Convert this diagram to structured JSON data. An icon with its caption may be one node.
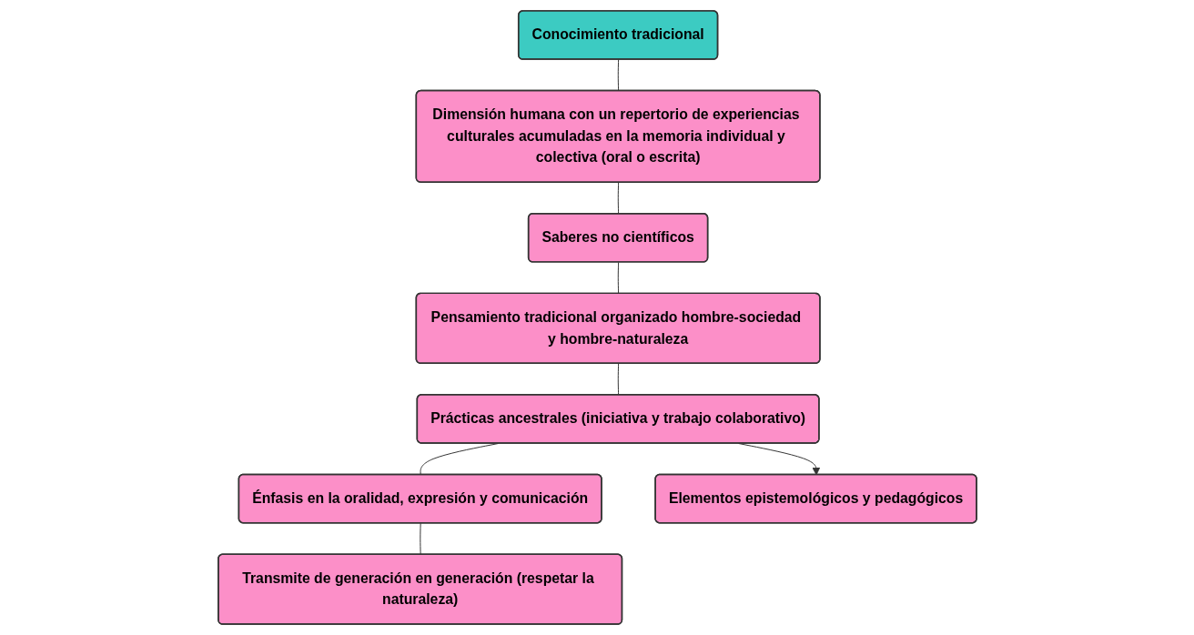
{
  "diagram": {
    "nodes": [
      {
        "text": [
          "Conocimiento tradicional"
        ]
      },
      {
        "text": [
          "Dimensión humana con un repertorio de experiencias culturales acumuladas en la memoria individual y colectiva (oral o escrita)"
        ]
      },
      {
        "text": [
          "Saberes no científicos"
        ]
      },
      {
        "text": [
          "Pensamiento tradicional organizado hombre-sociedad y hombre-naturaleza"
        ]
      },
      {
        "text": [
          "Prácticas ancestrales (iniciativa y trabajo colaborativo)"
        ]
      },
      {
        "text": [
          "Énfasis en la oralidad, expresión y comunicación"
        ]
      },
      {
        "text": [
          "Transmite de generación en generación (respetar la naturaleza)"
        ]
      },
      {
        "text": [
          "Elementos epistemológicos y pedagógicos"
        ]
      }
    ],
    "edges": [
      {
        "from": 0,
        "to": 1,
        "arrow": "none"
      },
      {
        "from": 1,
        "to": 2,
        "arrow": "none"
      },
      {
        "from": 2,
        "to": 3,
        "arrow": "none"
      },
      {
        "from": 3,
        "to": 4,
        "arrow": "none"
      },
      {
        "from": 4,
        "to": 5,
        "arrow": "none"
      },
      {
        "from": 5,
        "to": 6,
        "arrow": "none"
      },
      {
        "from": 4,
        "to": 7,
        "arrow": "to"
      }
    ]
  }
}
